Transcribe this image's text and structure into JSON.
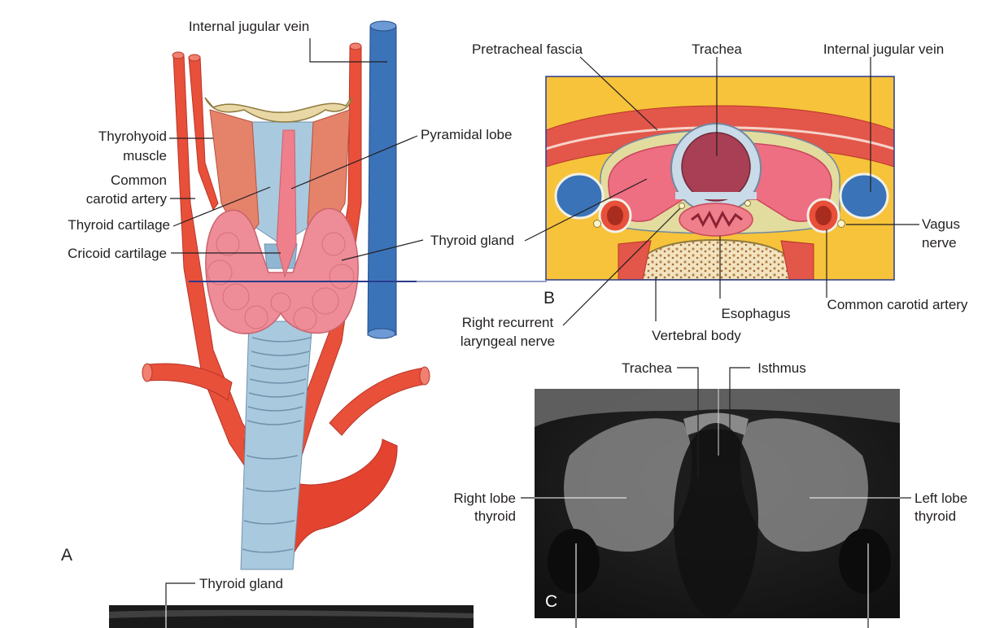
{
  "panels": {
    "a": "A",
    "b": "B",
    "c": "C"
  },
  "panel_a": {
    "internal_jugular_vein": "Internal jugular vein",
    "thyrohyoid_1": "Thyrohyoid",
    "thyrohyoid_2": "muscle",
    "common_carotid_1": "Common",
    "common_carotid_2": "carotid artery",
    "thyroid_cartilage": "Thyroid cartilage",
    "cricoid_cartilage": "Cricoid cartilage",
    "pyramidal_lobe": "Pyramidal lobe",
    "thyroid_gland": "Thyroid gland"
  },
  "panel_b": {
    "pretracheal_fascia": "Pretracheal fascia",
    "trachea": "Trachea",
    "internal_jugular_vein": "Internal jugular vein",
    "vagus_1": "Vagus",
    "vagus_2": "nerve",
    "common_carotid_artery": "Common carotid artery",
    "esophagus": "Esophagus",
    "vertebral_body": "Vertebral body",
    "recurrent_1": "Right recurrent",
    "recurrent_2": "laryngeal nerve"
  },
  "panel_c": {
    "trachea": "Trachea",
    "isthmus": "Isthmus",
    "right_lobe_1": "Right lobe",
    "right_lobe_2": "thyroid",
    "left_lobe_1": "Left lobe",
    "left_lobe_2": "thyroid"
  },
  "panel_d": {
    "thyroid_gland": "Thyroid gland"
  },
  "colors": {
    "artery": "#e8503a",
    "vein": "#3b73b9",
    "thyroid": "#ee8c97",
    "fat": "#f6c33a",
    "muscle": "#e3564a",
    "trachea_cartilage": "#a9c9de",
    "frame": "#2b3a8c"
  }
}
